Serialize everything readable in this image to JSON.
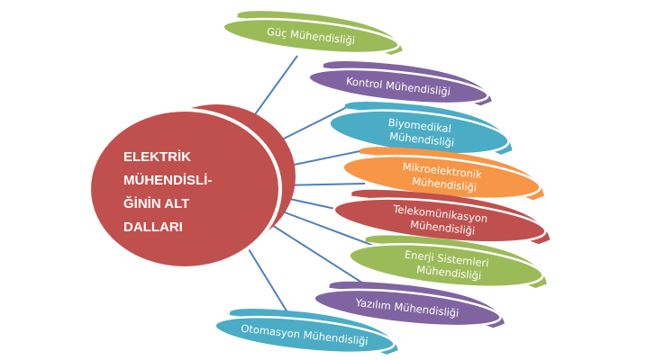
{
  "center": {
    "lines": [
      "ELEKTRİK",
      "MÜHENDİSLİ-",
      "ĞİNİN ALT",
      "DALLARI"
    ],
    "color": "#c0504d"
  },
  "branches": [
    {
      "lines": [
        "Güç Mühendisliği"
      ],
      "color": "#9bbb59"
    },
    {
      "lines": [
        "Kontrol Mühendisliği"
      ],
      "color": "#8064a2"
    },
    {
      "lines": [
        "Biyomedikal",
        "Mühendisliği"
      ],
      "color": "#4bacc6"
    },
    {
      "lines": [
        "Mikroelektronik",
        "Mühendisliği"
      ],
      "color": "#f79646"
    },
    {
      "lines": [
        "Telekomünikasyon",
        "Mühendisliği"
      ],
      "color": "#c0504d"
    },
    {
      "lines": [
        "Enerji Sistemleri",
        "Mühendisliği"
      ],
      "color": "#9bbb59"
    },
    {
      "lines": [
        "Yazılım Mühendisliği"
      ],
      "color": "#8064a2"
    },
    {
      "lines": [
        "Otomasyon Mühendisliği"
      ],
      "color": "#4bacc6"
    }
  ],
  "connector_color": "#4f81bd"
}
